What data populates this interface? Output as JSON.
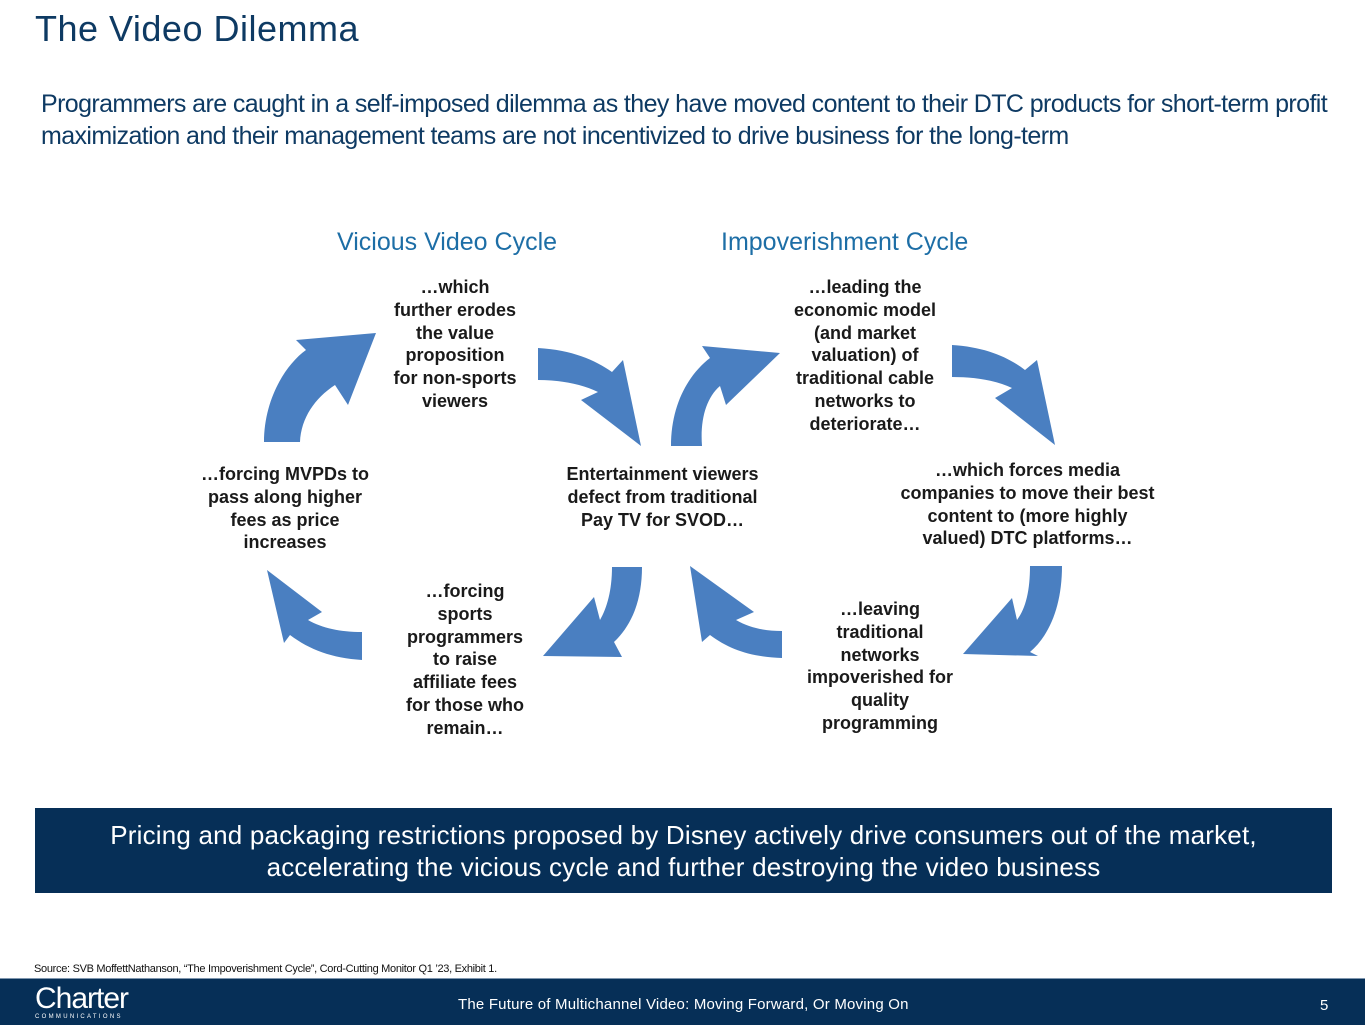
{
  "title": "The Video Dilemma",
  "subtitle": "Programmers are caught in a self-imposed dilemma as they have moved content to their DTC products for short-term profit maximization and their management teams are not incentivized to drive business for the long-term",
  "cycles": {
    "vicious": {
      "title": "Vicious Video Cycle",
      "nodes": {
        "erodes": "…which\nfurther erodes\nthe value\nproposition\nfor non-sports\nviewers",
        "mvpds": "…forcing MVPDs to\npass along higher\nfees as price\nincreases",
        "sports": "…forcing\nsports\nprogrammers\nto raise\naffiliate fees\nfor those who\nremain…"
      }
    },
    "center": "Entertainment viewers\ndefect from traditional\nPay TV for SVOD…",
    "impoverishment": {
      "title": "Impoverishment Cycle",
      "nodes": {
        "economic": "…leading the\neconomic model\n(and market\nvaluation) of\ntraditional cable\nnetworks to\ndeteriorate…",
        "dtc": "…which forces media\ncompanies to move their best\ncontent to (more highly\nvalued) DTC platforms…",
        "leaving": "…leaving\ntraditional\nnetworks\nimpoverished for\nquality\nprogramming"
      }
    }
  },
  "arrow_color": "#4a7fc1",
  "banner": "Pricing and packaging restrictions proposed by Disney actively drive consumers out of the market, accelerating the vicious cycle and further destroying the video business",
  "source": "Source: SVB MoffettNathanson, “The Impoverishment Cycle”, Cord-Cutting Monitor Q1 ’23, Exhibit 1.",
  "footer": {
    "logo_main": "Charter",
    "logo_sub": "COMMUNICATIONS",
    "title": "The Future of Multichannel Video: Moving Forward, Or Moving On",
    "page_number": "5"
  },
  "colors": {
    "navy": "#062f57",
    "title_text": "#0e3a63",
    "cycle_title": "#1d6ea6"
  }
}
